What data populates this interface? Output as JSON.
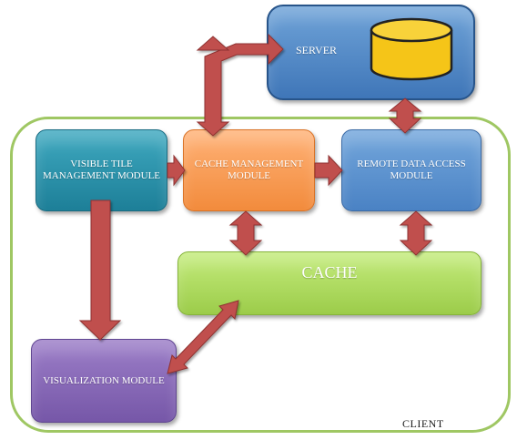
{
  "server": {
    "label": "SERVER",
    "db_color": "#f5c518"
  },
  "client": {
    "label": "CLIENT"
  },
  "modules": {
    "visible_tile": "VISIBLE TILE MANAGEMENT MODULE",
    "cache_management": "CACHE MANAGEMENT MODULE",
    "remote_data": "REMOTE DATA ACCESS MODULE",
    "cache": "CACHE",
    "visualization": "VISUALIZATION MODULE"
  },
  "colors": {
    "arrow": "#c0504d",
    "client_border": "#9fc763"
  }
}
